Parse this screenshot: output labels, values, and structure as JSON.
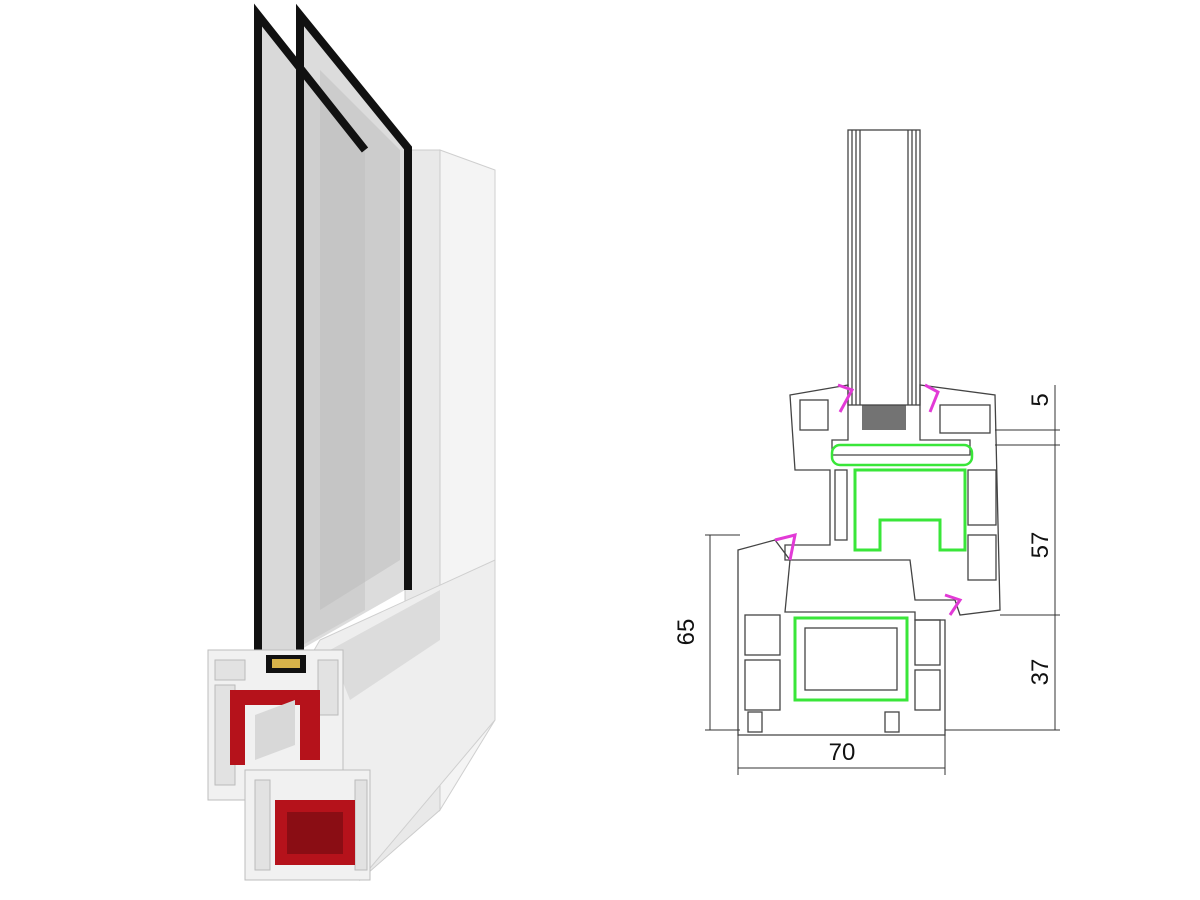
{
  "colors": {
    "pvc_white": "#f2f2f2",
    "pvc_shade": "#d9d9d9",
    "reinforcement_red": "#b5121b",
    "glass_edge": "#111111",
    "seal_magenta": "#e23ad6",
    "steel_green": "#39e639",
    "line_drawing": "#444444"
  },
  "cross_section": {
    "dimensions": {
      "glazing_bead_gap": "5",
      "sash_height": "57",
      "frame_height_right": "37",
      "frame_height_left": "65",
      "frame_width": "70"
    }
  }
}
